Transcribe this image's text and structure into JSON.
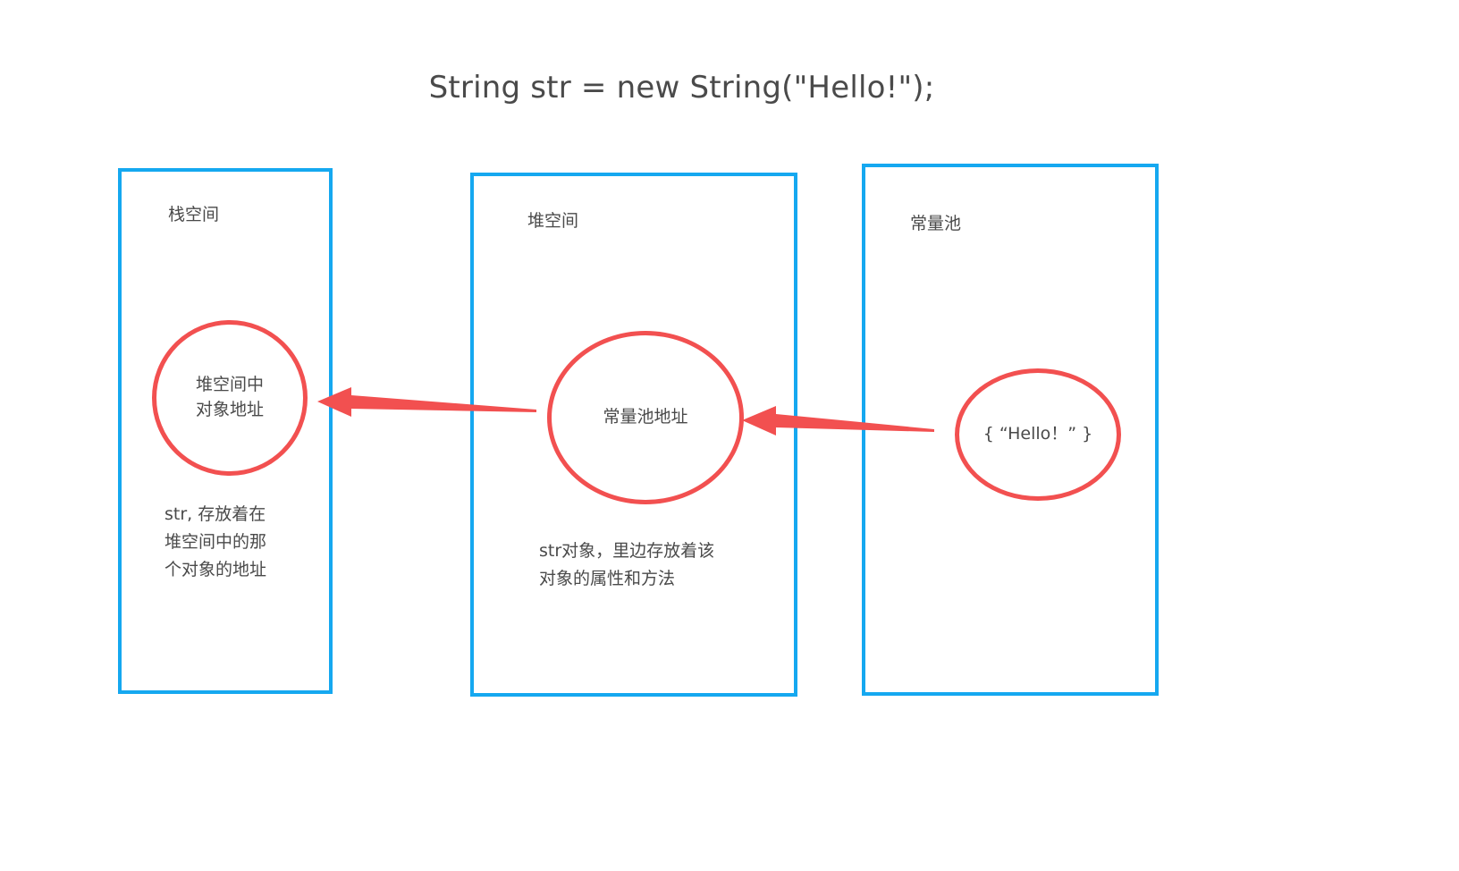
{
  "title": "String str = new String(\"Hello!\");",
  "colors": {
    "box_border": "#15a8f0",
    "ellipse_border": "#f25050",
    "arrow": "#f25050",
    "text": "#4a4a4a",
    "background": "#ffffff"
  },
  "boxes": [
    {
      "id": "stack",
      "label": "栈空间"
    },
    {
      "id": "heap",
      "label": "堆空间"
    },
    {
      "id": "pool",
      "label": "常量池"
    }
  ],
  "ellipses": [
    {
      "id": "stack-address",
      "text": "堆空间中\n对象地址"
    },
    {
      "id": "heap-object",
      "text": "常量池地址"
    },
    {
      "id": "pool-literal",
      "text": "{ “Hello！” }"
    }
  ],
  "captions": [
    {
      "id": "stack-caption",
      "text": "str, 存放着在\n堆空间中的那\n个对象的地址"
    },
    {
      "id": "heap-caption",
      "text": "str对象，里边存放着该\n对象的属性和方法"
    }
  ],
  "arrows": [
    {
      "id": "heap-to-stack",
      "direction": "left",
      "from": "heap",
      "to": "stack"
    },
    {
      "id": "pool-to-heap",
      "direction": "left",
      "from": "pool",
      "to": "heap"
    }
  ]
}
